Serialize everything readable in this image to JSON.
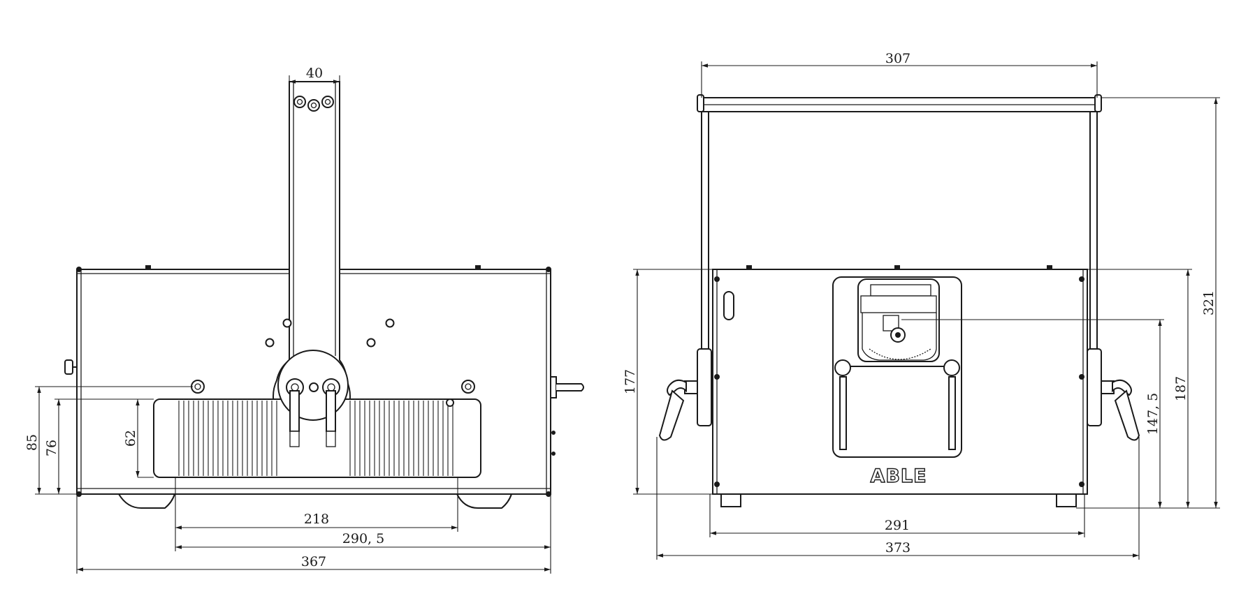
{
  "logo_text": "ABLE",
  "side_view": {
    "dimensions": {
      "arm_width": "40",
      "height_85": "85",
      "height_76": "76",
      "height_62": "62",
      "width_218": "218",
      "width_290_5": "290, 5",
      "width_367": "367"
    }
  },
  "front_view": {
    "dimensions": {
      "bracket_width": "307",
      "total_height": "321",
      "body_height_177": "177",
      "body_height_187": "187",
      "aperture_height": "147, 5",
      "body_width": "291",
      "total_width": "373"
    }
  },
  "colors": {
    "line": "#1a1a1a",
    "background": "#ffffff"
  }
}
